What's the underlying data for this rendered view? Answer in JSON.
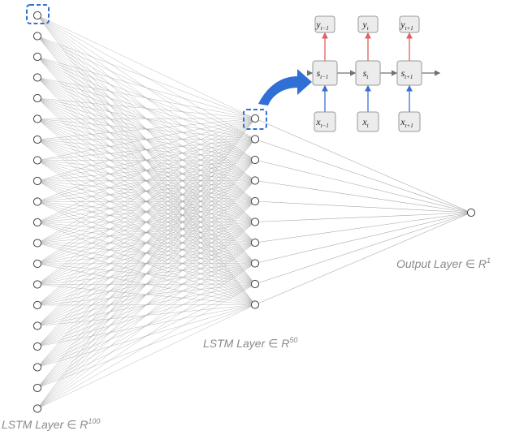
{
  "layers": [
    {
      "id": "input",
      "label": "LSTM Layer",
      "symbol": "∈",
      "space": "R",
      "dim": "100",
      "node_count": 20
    },
    {
      "id": "hidden",
      "label": "LSTM Layer",
      "symbol": "∈",
      "space": "R",
      "dim": "50",
      "node_count": 10
    },
    {
      "id": "output",
      "label": "Output Layer",
      "symbol": "∈",
      "space": "R",
      "dim": "1",
      "node_count": 1
    }
  ],
  "unrolled_cell": {
    "outputs": [
      {
        "base": "y",
        "sub": "t−1"
      },
      {
        "base": "y",
        "sub": "t"
      },
      {
        "base": "y",
        "sub": "t+1"
      }
    ],
    "states": [
      {
        "base": "s",
        "sub": "t−1"
      },
      {
        "base": "s",
        "sub": "t"
      },
      {
        "base": "s",
        "sub": "t+1"
      }
    ],
    "inputs": [
      {
        "base": "x",
        "sub": "t−1"
      },
      {
        "base": "x",
        "sub": "t"
      },
      {
        "base": "x",
        "sub": "t+1"
      }
    ]
  },
  "colors": {
    "node_stroke": "#444444",
    "edge": "#9a9a9a",
    "highlight_box": "#2f6fd6",
    "callout_arrow": "#2f6fd6",
    "cell_box_fill": "#ececec",
    "cell_box_stroke": "#9a9a9a",
    "up_arrow_output": "#e06060",
    "up_arrow_input": "#3a6fcf",
    "state_arrow": "#707070"
  }
}
